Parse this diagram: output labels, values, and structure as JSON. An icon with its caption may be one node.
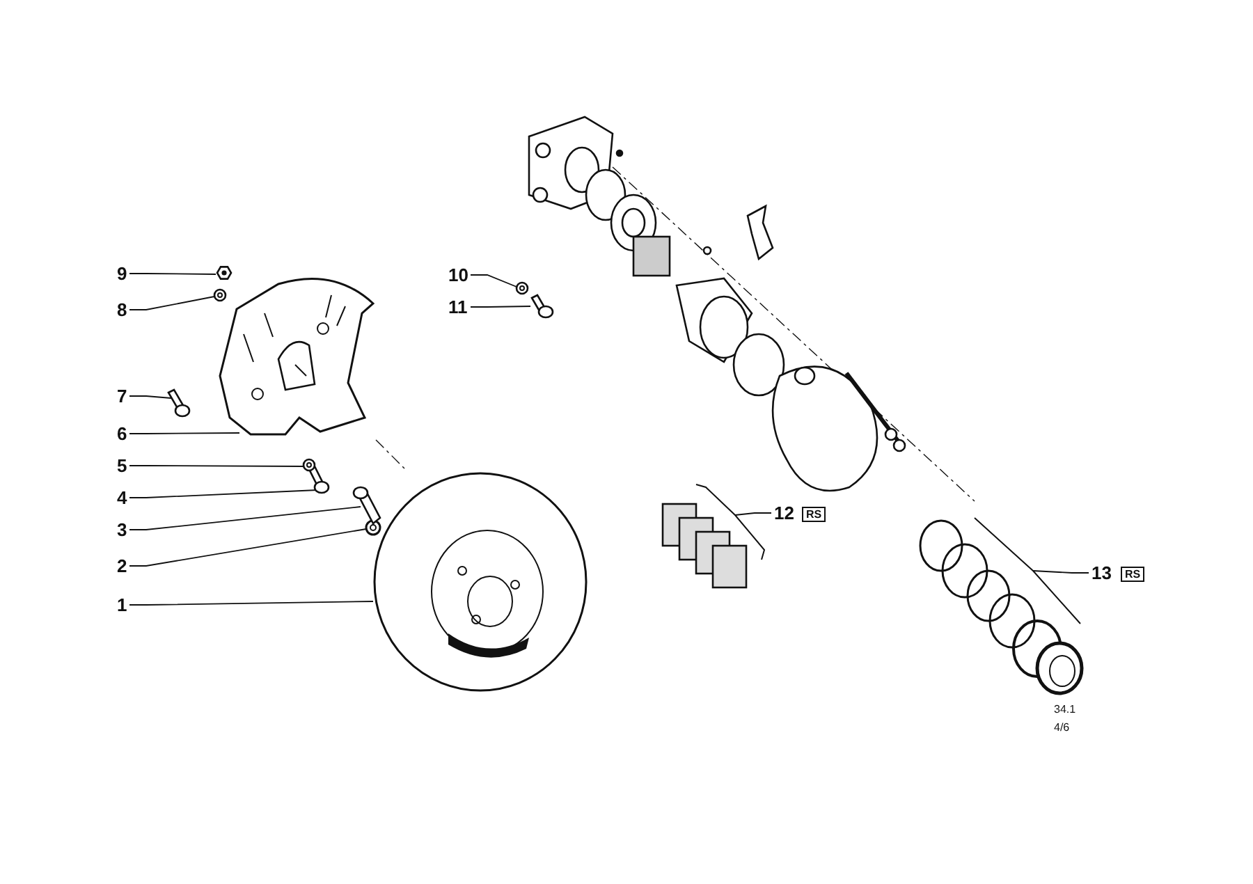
{
  "diagram": {
    "nodes": [
      {
        "text": [
          "1"
        ]
      },
      {
        "text": [
          "2"
        ]
      },
      {
        "text": [
          "3"
        ]
      },
      {
        "text": [
          "4"
        ]
      },
      {
        "text": [
          "5"
        ]
      },
      {
        "text": [
          "6"
        ]
      },
      {
        "text": [
          "7"
        ]
      },
      {
        "text": [
          "8"
        ]
      },
      {
        "text": [
          "9"
        ]
      },
      {
        "text": [
          "10"
        ]
      },
      {
        "text": [
          "11"
        ]
      },
      {
        "text": [
          "12"
        ]
      },
      {
        "text": [
          "13"
        ]
      },
      {
        "text": [],
        "shape": "picture"
      },
      {
        "text": [],
        "shape": "picture"
      },
      {
        "text": [],
        "shape": "picture"
      },
      {
        "text": [],
        "shape": "picture"
      },
      {
        "text": [],
        "shape": "picture"
      },
      {
        "text": [],
        "shape": "picture"
      },
      {
        "text": [],
        "shape": "picture"
      },
      {
        "text": [],
        "shape": "picture"
      },
      {
        "text": [],
        "shape": "picture"
      },
      {
        "text": [],
        "shape": "picture"
      },
      {
        "text": [],
        "shape": "picture"
      },
      {
        "text": [],
        "shape": "picture"
      },
      {
        "text": [],
        "shape": "picture"
      }
    ],
    "edges": [
      {
        "from": 0,
        "to": 13,
        "arrow": "none"
      },
      {
        "from": 1,
        "to": 14,
        "arrow": "none"
      },
      {
        "from": 2,
        "to": 15,
        "arrow": "none"
      },
      {
        "from": 3,
        "to": 16,
        "arrow": "none"
      },
      {
        "from": 4,
        "to": 17,
        "arrow": "none"
      },
      {
        "from": 5,
        "to": 18,
        "arrow": "none"
      },
      {
        "from": 6,
        "to": 19,
        "arrow": "none"
      },
      {
        "from": 7,
        "to": 20,
        "arrow": "none"
      },
      {
        "from": 8,
        "to": 21,
        "arrow": "none"
      },
      {
        "from": 9,
        "to": 22,
        "arrow": "none"
      },
      {
        "from": 10,
        "to": 23,
        "arrow": "none"
      },
      {
        "from": 11,
        "to": 24,
        "arrow": "none"
      },
      {
        "from": 12,
        "to": 25,
        "arrow": "none"
      }
    ],
    "labels": [
      "RS",
      "RS",
      "34.1",
      "4/6"
    ]
  }
}
